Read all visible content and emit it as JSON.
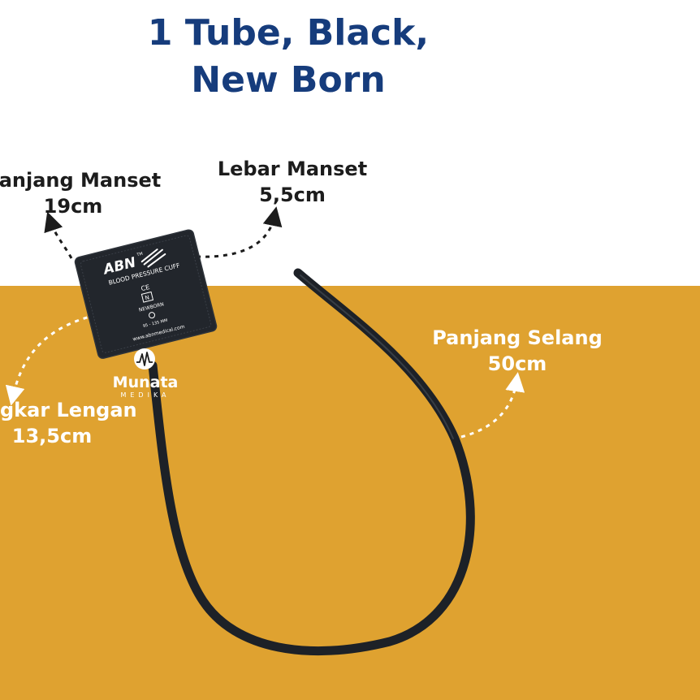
{
  "title": {
    "line1": "1 Tube, Black,",
    "line2": "New Born"
  },
  "labels": {
    "cuff_length": {
      "name": "Panjang Manset",
      "value": "19cm"
    },
    "cuff_width": {
      "name": "Lebar Manset",
      "value": "5,5cm"
    },
    "arm_circumference": {
      "name": "Lingkar Lengan",
      "value": "13,5cm"
    },
    "tube_length": {
      "name": "Panjang Selang",
      "value": "50cm"
    }
  },
  "cuff": {
    "brand": "ABN",
    "trademark": "TM",
    "product": "BLOOD PRESSURE CUFF",
    "ce_mark": "CE",
    "index_mark": "N",
    "size": "NEWBORN",
    "range": "95 - 135 MM",
    "website": "www.abnmedical.com"
  },
  "watermark": {
    "name": "Munata",
    "sub": "MEDIKA",
    "logo_icon": "heartbeat-m-icon"
  },
  "colors": {
    "background": "#ffffff",
    "band": "#dfa230",
    "title": "#163c7c",
    "dark_text": "#1c1c1c",
    "light_text": "#ffffff",
    "cuff": "#22262c",
    "tube": "#1d2127"
  }
}
